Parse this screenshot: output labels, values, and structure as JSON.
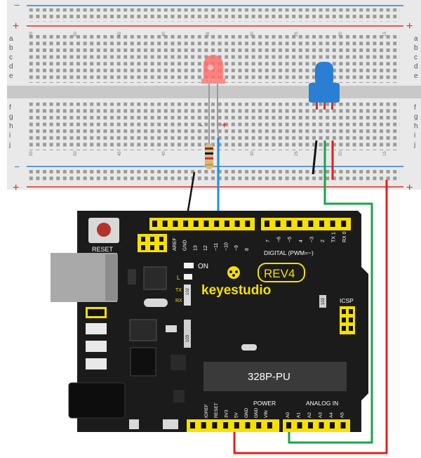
{
  "breadboard": {
    "rail_plus": "+",
    "rail_minus": "−",
    "row_letters_top": [
      "a",
      "b",
      "c",
      "d",
      "e"
    ],
    "row_letters_bottom": [
      "f",
      "g",
      "h",
      "i",
      "j"
    ],
    "column_numbers": [
      "55",
      "50",
      "45",
      "40",
      "35",
      "30",
      "25",
      "20",
      "15"
    ]
  },
  "components": {
    "led_minus": "-",
    "led_plus": "+"
  },
  "board": {
    "reset_label": "RESET",
    "brand": "keyestudio",
    "rev_label": "REV4",
    "on_label": "ON",
    "l_label": "L",
    "tx_label": "TX",
    "rx_label": "RX",
    "icsp_label": "ICSP",
    "chip_label": "328P-PU",
    "digital_label": "DIGITAL (PWM=~)",
    "power_label": "POWER",
    "analog_label": "ANALOG IN",
    "resistor_code_1": "102",
    "resistor_code_2": "103",
    "resistor_code_3": "102",
    "digital_pins_left": [
      "AREF",
      "GND",
      "13",
      "12",
      "~11",
      "~10",
      "~9",
      "8"
    ],
    "digital_pins_right": [
      "7",
      "~6",
      "~5",
      "4",
      "~3",
      "2",
      "TX 1",
      "RX 0"
    ],
    "power_pins": [
      "IOREF",
      "RESET",
      "3V3",
      "5V",
      "GND",
      "GND",
      "VIN"
    ],
    "analog_pins": [
      "A0",
      "A1",
      "A2",
      "A3",
      "A4",
      "A5"
    ]
  },
  "colors": {
    "board": "#1b1b1b",
    "header": "#f7e000",
    "wire_blue": "#1e90e0",
    "wire_green": "#1aa34a",
    "wire_red": "#e0201c",
    "wire_black": "#111111",
    "rail_red": "#d9302a",
    "rail_blue": "#2f7fd0",
    "led_red": "#ff6060",
    "sensor_blue": "#2a7fd4"
  }
}
